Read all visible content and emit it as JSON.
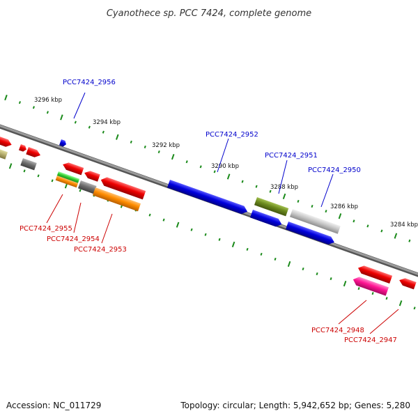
{
  "title": "Cyanothece sp. PCC 7424, complete genome",
  "footer": {
    "accession": "Accession: NC_011729",
    "summary": "Topology: circular; Length: 5,942,652 bp; Genes: 5,280"
  },
  "ticks": [
    {
      "label": "3296 kbp",
      "kbp": 3296
    },
    {
      "label": "3294 kbp",
      "kbp": 3294
    },
    {
      "label": "3292 kbp",
      "kbp": 3292
    },
    {
      "label": "3290 kbp",
      "kbp": 3290
    },
    {
      "label": "3288 kbp",
      "kbp": 3288
    },
    {
      "label": "3286 kbp",
      "kbp": 3286
    },
    {
      "label": "3284 kbp",
      "kbp": 3284
    }
  ],
  "colors": {
    "backbone": "#808080",
    "tick": "#1a8a1a",
    "label_top": "#0000cc",
    "label_bottom": "#cc0000",
    "leader_top": "#0000cc",
    "leader_bottom": "#cc0000"
  },
  "gene_labels": [
    {
      "text": "PCC7424_2956",
      "strand": "forward"
    },
    {
      "text": "PCC7424_2952",
      "strand": "forward"
    },
    {
      "text": "PCC7424_2951",
      "strand": "forward"
    },
    {
      "text": "PCC7424_2950",
      "strand": "forward"
    },
    {
      "text": "PCC7424_2955",
      "strand": "reverse"
    },
    {
      "text": "PCC7424_2954",
      "strand": "reverse"
    },
    {
      "text": "PCC7424_2953",
      "strand": "reverse"
    },
    {
      "text": "PCC7424_2948",
      "strand": "reverse"
    },
    {
      "text": "PCC7424_2947",
      "strand": "reverse"
    }
  ],
  "feature_colors": {
    "red": "#ee0000",
    "blue": "#0000dd",
    "olive": "#6b8a1e",
    "grey": "#9a9a9a",
    "lightgrey": "#c8c8c8",
    "green": "#33cc33",
    "orange": "#ff8c00",
    "pink": "#ff1493",
    "khaki": "#b8b070"
  }
}
